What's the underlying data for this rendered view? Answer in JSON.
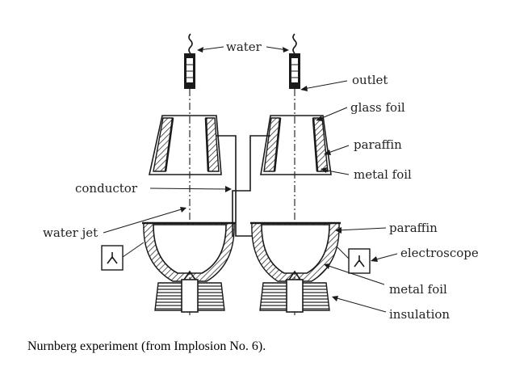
{
  "labels": {
    "water": "water",
    "outlet": "outlet",
    "glass_foil": "glass foil",
    "paraffin_top": "paraffin",
    "metal_foil_top": "metal foil",
    "conductor": "conductor",
    "water_jet": "water jet",
    "paraffin_bottom": "paraffin",
    "electroscope": "electroscope",
    "metal_foil_bottom": "metal foil",
    "insulation": "insulation"
  },
  "caption": "Nurnberg experiment (from Implosion No. 6)."
}
